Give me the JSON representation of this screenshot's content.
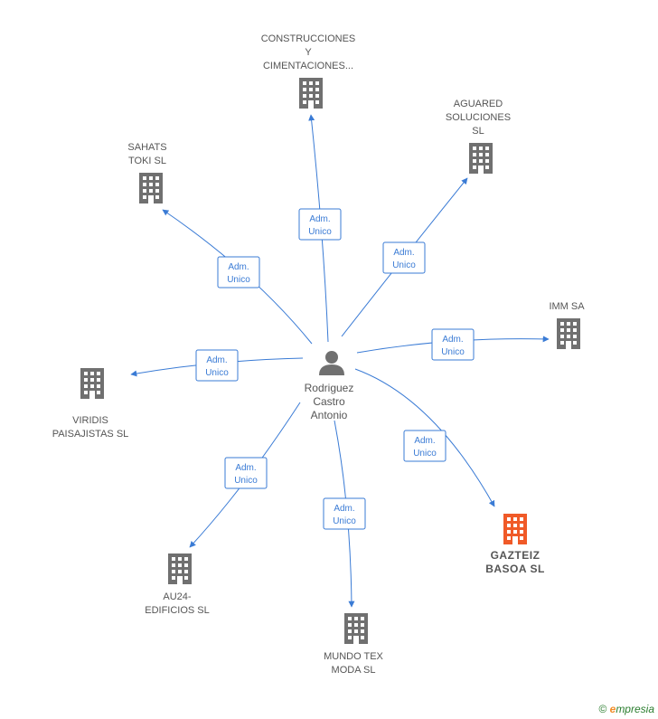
{
  "center": {
    "name_lines": [
      "Rodriguez",
      "Castro",
      "Antonio"
    ],
    "icon": "person-icon"
  },
  "relation_label": [
    "Adm.",
    "Unico"
  ],
  "companies": [
    {
      "id": "construcciones",
      "name_lines": [
        "CONSTRUCCIONES",
        "Y",
        "CIMENTACIONES..."
      ],
      "highlight": false
    },
    {
      "id": "aguared",
      "name_lines": [
        "AGUARED",
        "SOLUCIONES",
        "SL"
      ],
      "highlight": false
    },
    {
      "id": "sahats",
      "name_lines": [
        "SAHATS",
        "TOKI SL"
      ],
      "highlight": false
    },
    {
      "id": "imm",
      "name_lines": [
        "IMM SA"
      ],
      "highlight": false
    },
    {
      "id": "viridis",
      "name_lines": [
        "VIRIDIS",
        "PAISAJISTAS SL"
      ],
      "highlight": false
    },
    {
      "id": "gazteiz",
      "name_lines": [
        "GAZTEIZ",
        "BASOA SL"
      ],
      "highlight": true
    },
    {
      "id": "au24",
      "name_lines": [
        "AU24-",
        "EDIFICIOS SL"
      ],
      "highlight": false
    },
    {
      "id": "mundotex",
      "name_lines": [
        "MUNDO TEX",
        "MODA SL"
      ],
      "highlight": false
    }
  ],
  "colors": {
    "edge": "#3a7bd5",
    "building": "#707070",
    "highlight_building": "#f05a28",
    "text": "#555555"
  },
  "credit": {
    "symbol": "©",
    "brand_e": "e",
    "brand_rest": "mpresia"
  }
}
